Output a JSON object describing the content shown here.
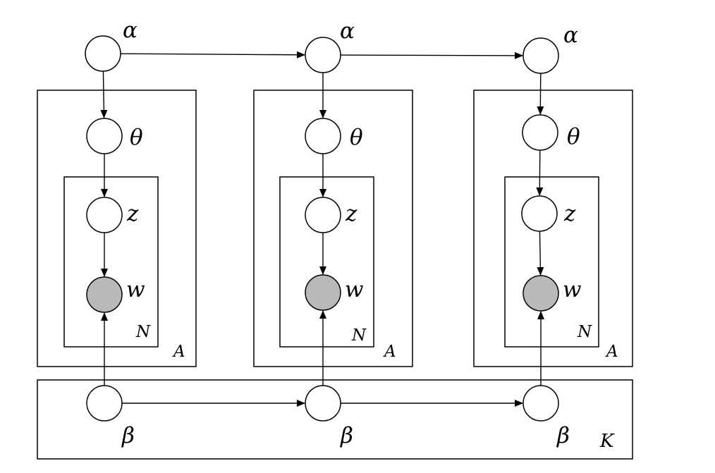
{
  "diagram": {
    "colors": {
      "line": "#000000",
      "latent_fill": "#ffffff",
      "observed_fill": "#b9b9b9"
    },
    "labels": {
      "alpha_1": "α",
      "alpha_2": "α",
      "alpha_3": "α",
      "theta_1": "θ",
      "theta_2": "θ",
      "theta_3": "θ",
      "z_1": "z",
      "z_2": "z",
      "z_3": "z",
      "w_1": "w",
      "w_2": "w",
      "w_3": "w",
      "beta_1": "β",
      "beta_2": "β",
      "beta_3": "β"
    },
    "plates": {
      "inner_1": "N",
      "inner_2": "N",
      "inner_3": "N",
      "outer_1": "A",
      "outer_2": "A",
      "outer_3": "A",
      "bottom": "K"
    },
    "nodes": [
      {
        "id": "alpha_1",
        "type": "latent"
      },
      {
        "id": "alpha_2",
        "type": "latent"
      },
      {
        "id": "alpha_3",
        "type": "latent"
      },
      {
        "id": "theta_1",
        "type": "latent"
      },
      {
        "id": "theta_2",
        "type": "latent"
      },
      {
        "id": "theta_3",
        "type": "latent"
      },
      {
        "id": "z_1",
        "type": "latent"
      },
      {
        "id": "z_2",
        "type": "latent"
      },
      {
        "id": "z_3",
        "type": "latent"
      },
      {
        "id": "w_1",
        "type": "observed"
      },
      {
        "id": "w_2",
        "type": "observed"
      },
      {
        "id": "w_3",
        "type": "observed"
      },
      {
        "id": "beta_1",
        "type": "latent"
      },
      {
        "id": "beta_2",
        "type": "latent"
      },
      {
        "id": "beta_3",
        "type": "latent"
      }
    ],
    "edges": [
      {
        "from": "alpha_1",
        "to": "alpha_2"
      },
      {
        "from": "alpha_2",
        "to": "alpha_3"
      },
      {
        "from": "alpha_1",
        "to": "theta_1"
      },
      {
        "from": "alpha_2",
        "to": "theta_2"
      },
      {
        "from": "alpha_3",
        "to": "theta_3"
      },
      {
        "from": "theta_1",
        "to": "z_1"
      },
      {
        "from": "theta_2",
        "to": "z_2"
      },
      {
        "from": "theta_3",
        "to": "z_3"
      },
      {
        "from": "z_1",
        "to": "w_1"
      },
      {
        "from": "z_2",
        "to": "w_2"
      },
      {
        "from": "z_3",
        "to": "w_3"
      },
      {
        "from": "beta_1",
        "to": "w_1"
      },
      {
        "from": "beta_2",
        "to": "w_2"
      },
      {
        "from": "beta_3",
        "to": "w_3"
      },
      {
        "from": "beta_1",
        "to": "beta_2"
      },
      {
        "from": "beta_2",
        "to": "beta_3"
      }
    ]
  }
}
